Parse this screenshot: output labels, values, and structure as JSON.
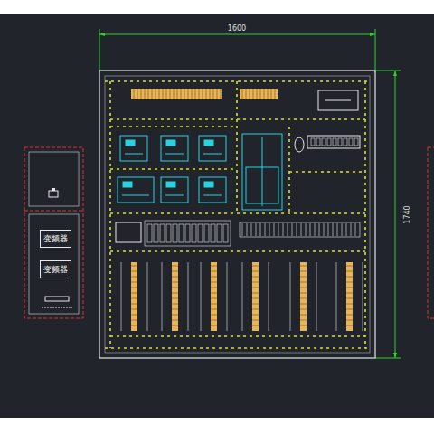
{
  "diagram": {
    "nodes": [
      {
        "text": [
          "变频器"
        ]
      },
      {
        "text": [
          "变频器"
        ]
      }
    ],
    "labels": [
      "1600",
      "1740"
    ]
  }
}
